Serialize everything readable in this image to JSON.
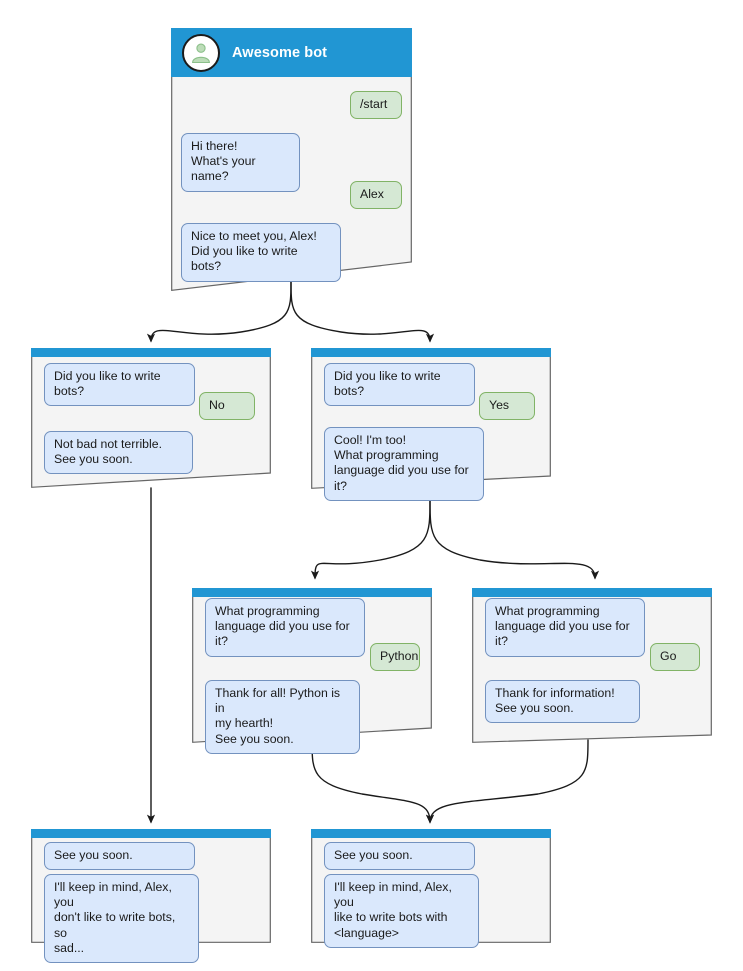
{
  "diagram": {
    "title": "Awesome bot conversation flow",
    "type": "flowchart",
    "colors": {
      "header_bar": "#2196d3",
      "node_body": "#f4f4f4",
      "node_border": "#666666",
      "bot_bubble_fill": "#dae8fc",
      "bot_bubble_border": "#7392bf",
      "user_bubble_fill": "#d5e8d4",
      "user_bubble_border": "#81b366",
      "edge": "#1a1a1a",
      "avatar_glyph": "#9bc99b",
      "title_text": "#ffffff"
    }
  },
  "nodes": [
    {
      "id": "root",
      "name": "node-root-greeting",
      "header": {
        "title": "Awesome bot",
        "avatar_icon": "person-avatar-icon"
      },
      "messages": [
        {
          "side": "user",
          "text": "/start"
        },
        {
          "side": "bot",
          "text": "Hi there!\nWhat's your name?"
        },
        {
          "side": "user",
          "text": "Alex"
        },
        {
          "side": "bot",
          "text": "Nice to meet you, Alex!\nDid you like to write bots?"
        }
      ]
    },
    {
      "id": "no-branch",
      "name": "node-answer-no",
      "messages": [
        {
          "side": "bot",
          "text": "Did you like to write bots?"
        },
        {
          "side": "user",
          "text": "No"
        },
        {
          "side": "bot",
          "text": "Not bad not terrible.\nSee you soon."
        }
      ]
    },
    {
      "id": "yes-branch",
      "name": "node-answer-yes",
      "messages": [
        {
          "side": "bot",
          "text": "Did you like to write bots?"
        },
        {
          "side": "user",
          "text": "Yes"
        },
        {
          "side": "bot",
          "text": "Cool! I'm too!\nWhat programming\nlanguage did you use for it?"
        }
      ]
    },
    {
      "id": "python-branch",
      "name": "node-language-python",
      "messages": [
        {
          "side": "bot",
          "text": "What programming\nlanguage did you use for it?"
        },
        {
          "side": "user",
          "text": "Python"
        },
        {
          "side": "bot",
          "text": "Thank for all! Python is in\nmy hearth!\nSee you soon."
        }
      ]
    },
    {
      "id": "go-branch",
      "name": "node-language-go",
      "messages": [
        {
          "side": "bot",
          "text": "What programming\nlanguage did you use for it?"
        },
        {
          "side": "user",
          "text": "Go"
        },
        {
          "side": "bot",
          "text": "Thank for information!\nSee you soon."
        }
      ]
    },
    {
      "id": "end-sad",
      "name": "node-end-no-bots",
      "messages": [
        {
          "side": "bot",
          "text": "See you soon."
        },
        {
          "side": "bot",
          "text": "I'll keep in mind, Alex, you\ndon't like to write bots, so\nsad..."
        }
      ]
    },
    {
      "id": "end-happy",
      "name": "node-end-likes-bots",
      "messages": [
        {
          "side": "bot",
          "text": "See you soon."
        },
        {
          "side": "bot",
          "text": "I'll keep in mind, Alex, you\nlike to write bots with\n<language>"
        }
      ]
    }
  ],
  "edges": [
    {
      "from": "root",
      "to": "no-branch"
    },
    {
      "from": "root",
      "to": "yes-branch"
    },
    {
      "from": "no-branch",
      "to": "end-sad"
    },
    {
      "from": "yes-branch",
      "to": "python-branch"
    },
    {
      "from": "yes-branch",
      "to": "go-branch"
    },
    {
      "from": "python-branch",
      "to": "end-happy"
    },
    {
      "from": "go-branch",
      "to": "end-happy"
    }
  ]
}
